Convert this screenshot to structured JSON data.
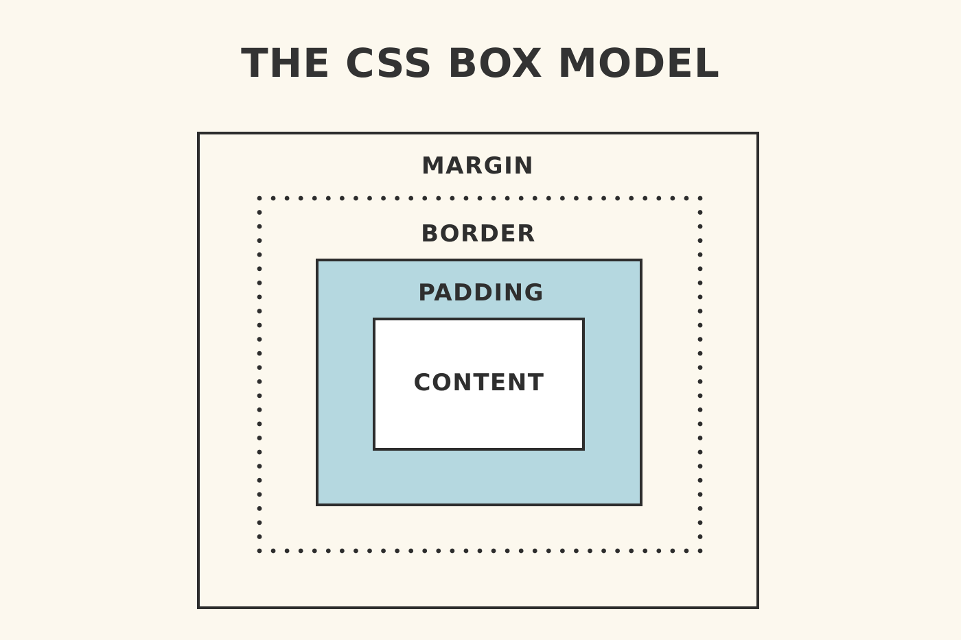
{
  "title": "THE CSS BOX MODEL",
  "layers": {
    "margin": {
      "label": "MARGIN",
      "style": "solid",
      "fill": "#fcf8ee"
    },
    "border": {
      "label": "BORDER",
      "style": "dotted",
      "fill": "#fcf8ee"
    },
    "padding": {
      "label": "PADDING",
      "style": "solid",
      "fill": "#b5d8e0"
    },
    "content": {
      "label": "CONTENT",
      "style": "solid",
      "fill": "#ffffff"
    }
  },
  "colors": {
    "background": "#fcf8ee",
    "stroke": "#2d2d2d",
    "padding": "#b5d8e0",
    "content": "#ffffff",
    "text": "#2f2f2f"
  }
}
